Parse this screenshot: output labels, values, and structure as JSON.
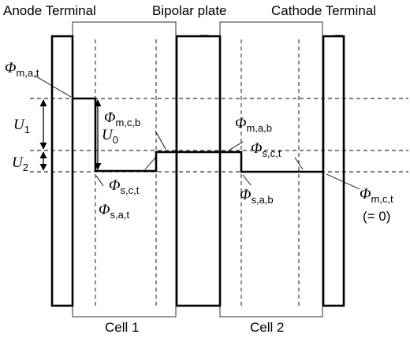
{
  "labels": {
    "anode_terminal": "Anode Terminal",
    "bipolar_plate": "Bipolar plate",
    "cathode_terminal": "Cathode Terminal",
    "cell1": "Cell 1",
    "cell2": "Cell 2"
  },
  "phi": {
    "symbol": "Φ",
    "m_a_t": "m,a,t",
    "m_c_b": "m,c,b",
    "m_a_b": "m,a,b",
    "s_c_t_right": "s,c,t",
    "s_c_t_left": "s,c,t",
    "s_a_t": "s,a,t",
    "s_a_b": "s,a,b",
    "m_c_t": "m,c,t",
    "m_c_t_note": "(= 0)"
  },
  "voltages": {
    "symbol": "U",
    "u1": "1",
    "u0": "0",
    "u2": "2"
  }
}
